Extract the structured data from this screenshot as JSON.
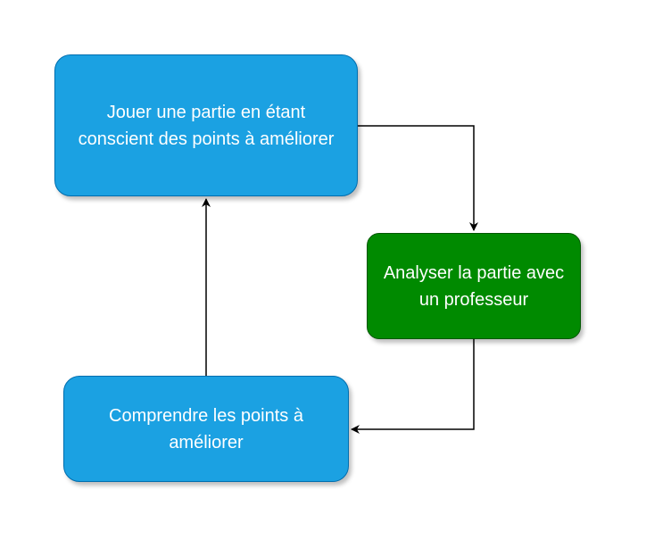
{
  "diagram": {
    "colors": {
      "blue_fill": "#1ba1e2",
      "blue_stroke": "#006eaf",
      "green_fill": "#008a00",
      "green_stroke": "#005700",
      "arrow": "#000000"
    },
    "nodes": {
      "jouer": {
        "label": "Jouer une partie en étant conscient des points à améliorer"
      },
      "analyser": {
        "label": "Analyser la partie avec un professeur"
      },
      "comprendre": {
        "label": "Comprendre les points à améliorer"
      }
    },
    "edges": [
      {
        "from": "jouer",
        "to": "analyser"
      },
      {
        "from": "analyser",
        "to": "comprendre"
      },
      {
        "from": "comprendre",
        "to": "jouer"
      }
    ]
  }
}
